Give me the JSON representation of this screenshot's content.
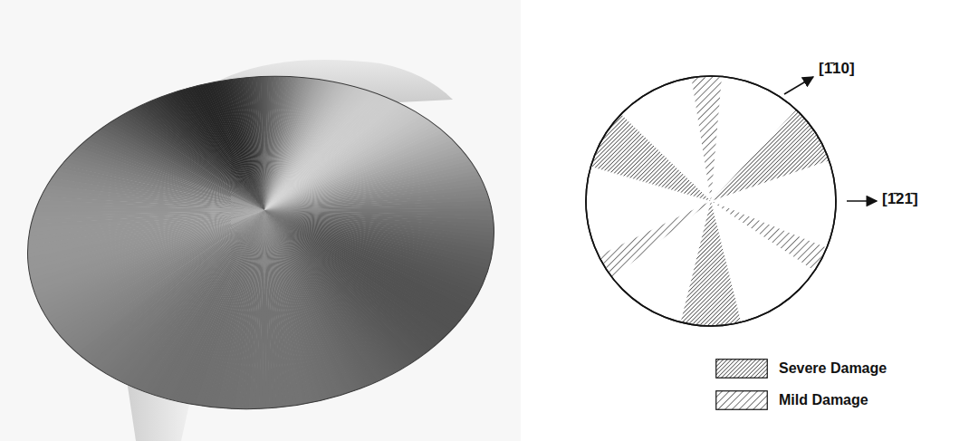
{
  "diagram": {
    "labels": [
      "[1̄10]",
      "[1̄21̄]"
    ],
    "legend": [
      {
        "text": "Severe Damage"
      },
      {
        "text": "Mild Damage"
      }
    ]
  }
}
